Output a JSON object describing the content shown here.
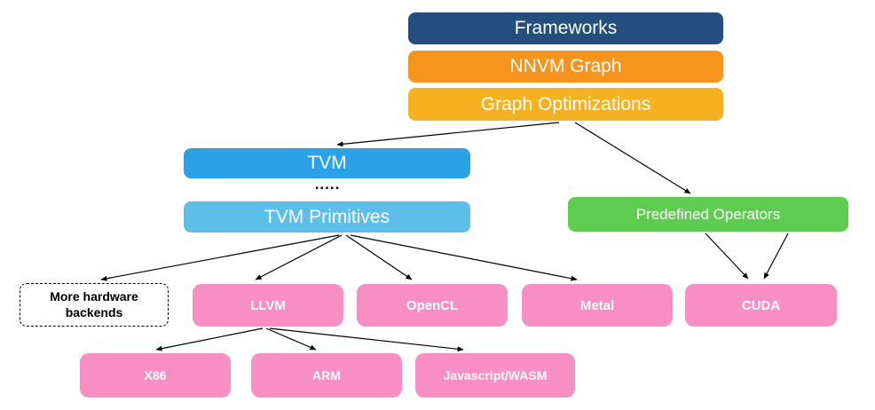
{
  "diagram": {
    "nodes": {
      "frameworks": {
        "label": "Frameworks",
        "color": "#234E7D",
        "text_color": "#FFFFFF"
      },
      "nnvm_graph": {
        "label": "NNVM Graph",
        "color": "#F7941E",
        "text_color": "#FFFFFF"
      },
      "graph_optimizations": {
        "label": "Graph Optimizations",
        "color": "#F5B120",
        "text_color": "#FFFFFF"
      },
      "tvm": {
        "label": "TVM",
        "color": "#2BA2E8",
        "text_color": "#FFFFFF"
      },
      "ellipsis": {
        "label": ".....",
        "color": "#000000"
      },
      "tvm_primitives": {
        "label": "TVM Primitives",
        "color": "#5BBFEA",
        "text_color": "#FFFFFF"
      },
      "predefined_operators": {
        "label": "Predefined Operators",
        "color": "#5ECC4F",
        "text_color": "#FFFFFF"
      },
      "more_hardware_backends": {
        "label": "More hardware backends",
        "color": "#FFFFFF",
        "text_color": "#000000",
        "border_style": "dashed"
      },
      "llvm": {
        "label": "LLVM",
        "color": "#F78FC4",
        "text_color": "#FFFFFF"
      },
      "opencl": {
        "label": "OpenCL",
        "color": "#F78FC4",
        "text_color": "#FFFFFF"
      },
      "metal": {
        "label": "Metal",
        "color": "#F78FC4",
        "text_color": "#FFFFFF"
      },
      "cuda": {
        "label": "CUDA",
        "color": "#F78FC4",
        "text_color": "#FFFFFF"
      },
      "x86": {
        "label": "X86",
        "color": "#F78FC4",
        "text_color": "#FFFFFF"
      },
      "arm": {
        "label": "ARM",
        "color": "#F78FC4",
        "text_color": "#FFFFFF"
      },
      "javascript_wasm": {
        "label": "Javascript/WASM",
        "color": "#F78FC4",
        "text_color": "#FFFFFF"
      }
    },
    "edges": [
      {
        "from": "graph_optimizations",
        "to": "tvm"
      },
      {
        "from": "graph_optimizations",
        "to": "predefined_operators"
      },
      {
        "from": "tvm_primitives",
        "to": "more_hardware_backends"
      },
      {
        "from": "tvm_primitives",
        "to": "llvm"
      },
      {
        "from": "tvm_primitives",
        "to": "opencl"
      },
      {
        "from": "tvm_primitives",
        "to": "metal"
      },
      {
        "from": "predefined_operators",
        "to": "cuda"
      },
      {
        "from": "predefined_operators",
        "to": "cuda"
      },
      {
        "from": "llvm",
        "to": "x86"
      },
      {
        "from": "llvm",
        "to": "arm"
      },
      {
        "from": "llvm",
        "to": "javascript_wasm"
      }
    ],
    "arrow_color": "#000000"
  }
}
